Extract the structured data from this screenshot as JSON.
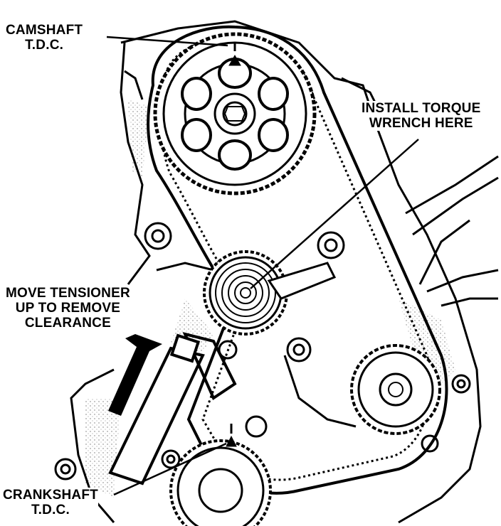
{
  "labels": {
    "camshaft_tdc": [
      "CAMSHAFT",
      "T.D.C."
    ],
    "install_torque_wrench": [
      "INSTALL TORQUE",
      "WRENCH HERE"
    ],
    "move_tensioner": [
      "MOVE TENSIONER",
      "UP TO REMOVE",
      "CLEARANCE"
    ],
    "crankshaft_tdc": [
      "CRANKSHAFT",
      "T.D.C."
    ]
  }
}
